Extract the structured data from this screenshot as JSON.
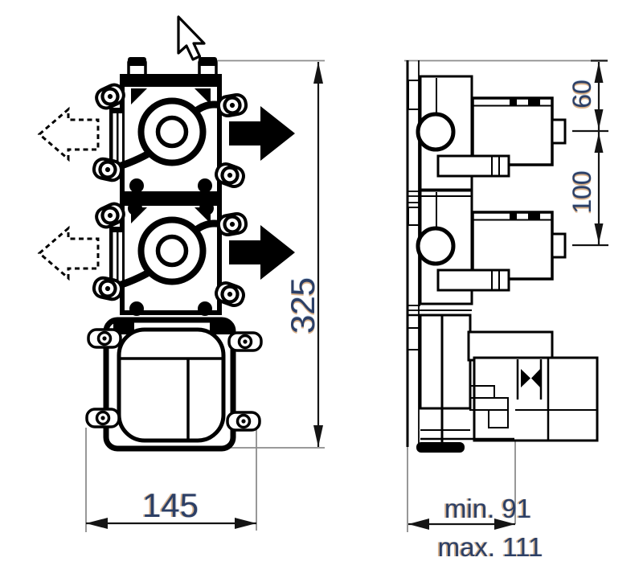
{
  "page": {
    "background": "#ffffff"
  },
  "drawing": {
    "dimensions": {
      "width_mm": "145",
      "height_mm": "325",
      "port_offset_top_mm": "60",
      "port_spacing_mm": "100",
      "depth_min": "min. 91",
      "depth_max": "max. 111"
    },
    "colors": {
      "outline": "#000000",
      "extension_line": "#8c8c8c",
      "dimension_text": "#2c3f66"
    },
    "icons": {
      "cursor": "arrow-pointer",
      "flow_right": "solid-right-arrow",
      "flow_left": "dashed-left-outline-arrow"
    }
  }
}
